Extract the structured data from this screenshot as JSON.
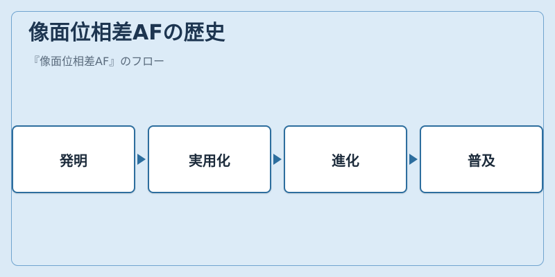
{
  "header": {
    "title": "像面位相差AFの歴史",
    "subtitle": "『像面位相差AF』のフロー"
  },
  "flow": {
    "steps": [
      {
        "label": "発明"
      },
      {
        "label": "実用化"
      },
      {
        "label": "進化"
      },
      {
        "label": "普及"
      }
    ]
  },
  "colors": {
    "background": "#dbeaf6",
    "frame_border": "#6fa3cf",
    "box_border": "#2d6e9e",
    "arrow": "#2d6e9e",
    "title_text": "#1d3550"
  },
  "icons": {
    "connector": "triangle-right-arrow"
  }
}
